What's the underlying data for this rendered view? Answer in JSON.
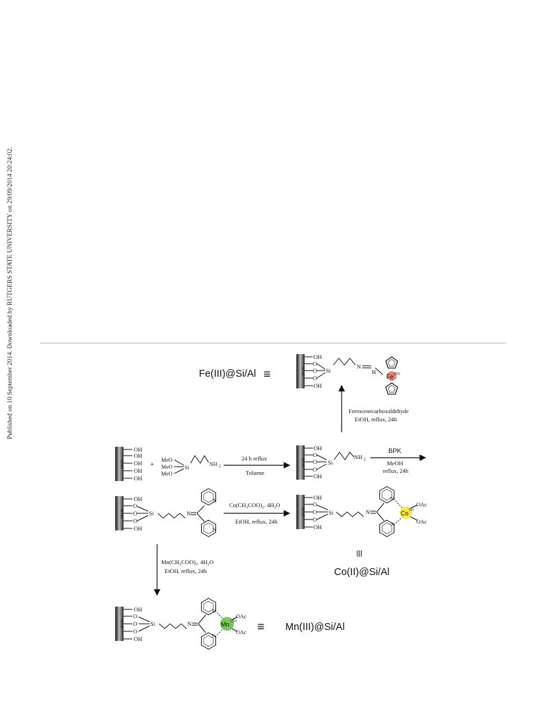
{
  "sidebar_note": "Published on 10 September 2014. Downloaded by RUTGERS STATE UNIVERSITY on 29/09/2014 20:24:02.",
  "colors": {
    "fe_highlight": "#e86a6a",
    "co_highlight": "#f3ea3a",
    "mn_highlight": "#6cc24a",
    "rule": "#d6d6d6"
  },
  "scheme": {
    "support_label": "Si/Al",
    "hydroxyl": "OH",
    "oxygen": "O",
    "silicon": "Si",
    "nitrogen": "N",
    "hydrogen": "H",
    "methoxy": "MeO",
    "plus": "+",
    "amine": "NH",
    "sub2": "2",
    "acetate": "OAc",
    "equiv": "≡",
    "fe_product": "Fe(III)@Si/Al",
    "fe_metal": "Fe",
    "fe_ox": "(III)",
    "co_product": "Co(II)@Si/Al",
    "co_metal": "Co",
    "co_ox": "(II)",
    "mn_product": "Mn(III)@Si/Al",
    "mn_metal": "Mn",
    "mn_ox": "(III)",
    "step1_top": "24 h reflux",
    "step1_bottom": "Toluene",
    "step2_reagent": "Ferrocenecarboxaldehyde",
    "step2_cond": "EtOH, reflux, 24h",
    "step3_reagent": "BPK",
    "step3_solvent": "MeOH",
    "step3_cond": "reflux, 24h",
    "step4_reagent": "Co(CH",
    "step4_reagent_mid": "COO)",
    "step4_reagent_end": ". 4H",
    "step4_reagent_tail": "O",
    "step4_cond": "EtOH, reflux, 24h",
    "step5_reagent": "Mn(CH",
    "step5_reagent_mid": "COO)",
    "step5_reagent_end": ". 4H",
    "step5_reagent_tail": "O",
    "step5_cond": "EtOH, reflux, 24h",
    "sub3": "3"
  }
}
